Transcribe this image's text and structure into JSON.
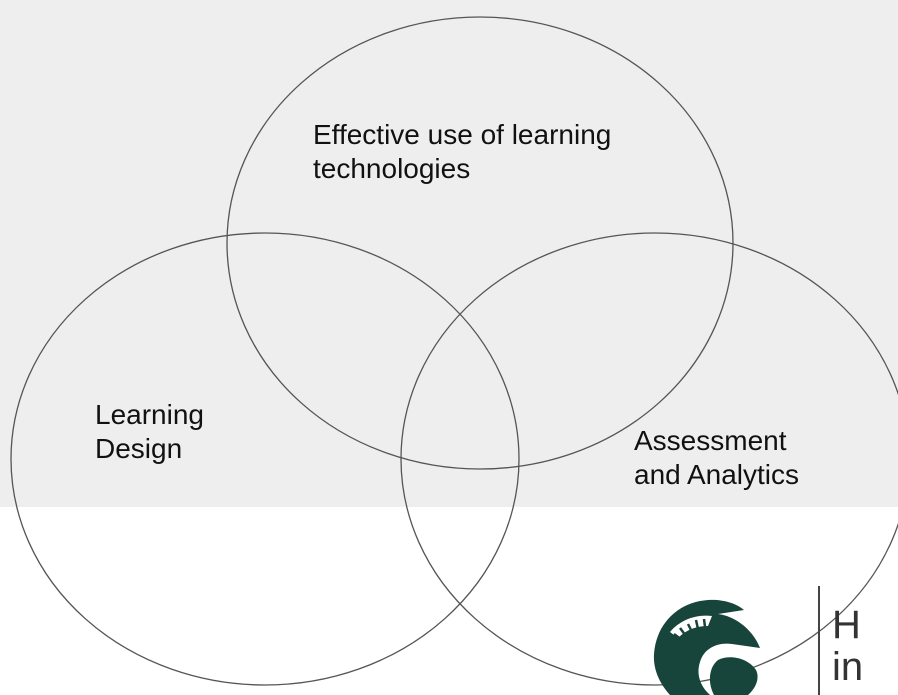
{
  "diagram": {
    "circles": [
      {
        "id": "technologies",
        "lines": [
          "Effective use of learning",
          "technologies"
        ]
      },
      {
        "id": "learning-design",
        "lines": [
          "Learning",
          "Design"
        ]
      },
      {
        "id": "assessment",
        "lines": [
          "Assessment",
          "and Analytics"
        ]
      }
    ],
    "stroke_color": "#555555",
    "background_top": "#eeeeee",
    "background_bottom": "#ffffff"
  },
  "logo": {
    "text_lines": [
      "H",
      "in"
    ],
    "color": "#18453b",
    "icon": "spartan-helmet-icon"
  }
}
